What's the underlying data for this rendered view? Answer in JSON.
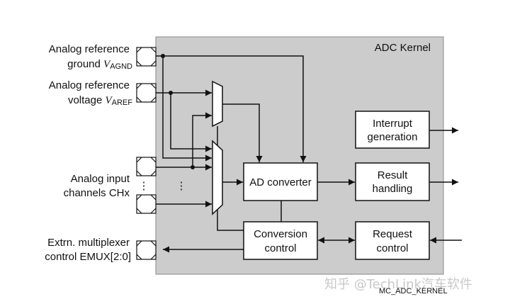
{
  "diagram": {
    "kernel_title": "ADC Kernel",
    "figure_id": "MC_ADC_KERNEL",
    "watermark": "知乎 @TechLink汽车软件",
    "colors": {
      "kernel_fill": "#cccccc",
      "block_fill": "#ffffff",
      "line": "#111111"
    },
    "pins": {
      "agnd": {
        "line1": "Analog reference",
        "line2_prefix": "ground",
        "symbol": "V",
        "subscript": "AGND"
      },
      "aref": {
        "line1": "Analog reference",
        "line2_prefix": "voltage",
        "symbol": "V",
        "subscript": "AREF"
      },
      "channels": {
        "line1": "Analog input",
        "line2": "channels CHx"
      },
      "emux": {
        "line1": "Extrn. multiplexer",
        "line2": "control EMUX[2:0]"
      }
    },
    "blocks": {
      "ad_converter": "AD converter",
      "conversion_control": {
        "line1": "Conversion",
        "line2": "control"
      },
      "interrupt_generation": {
        "line1": "Interrupt",
        "line2": "generation"
      },
      "result_handling": {
        "line1": "Result",
        "line2": "handling"
      },
      "request_control": {
        "line1": "Request",
        "line2": "control"
      }
    },
    "ellipsis": "⋮"
  }
}
